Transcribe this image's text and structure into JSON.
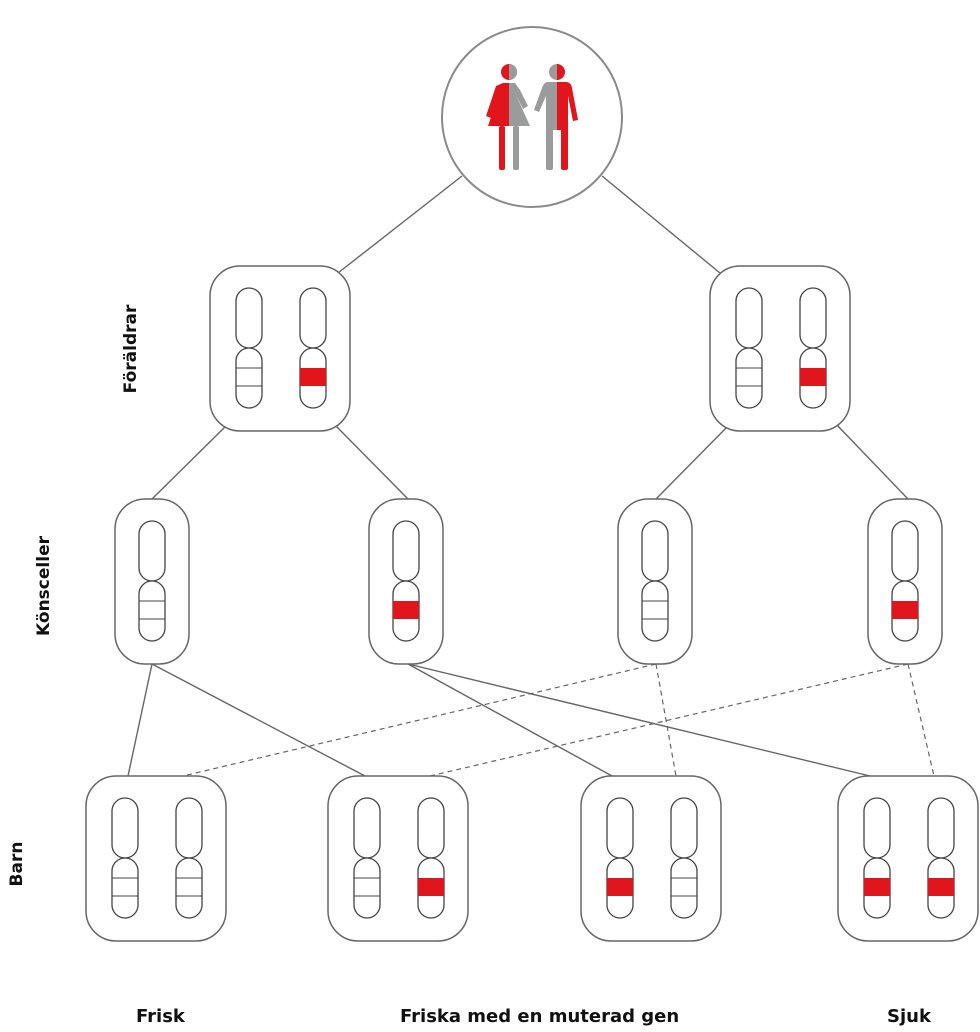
{
  "row_labels": {
    "parents": "Föräldrar",
    "gametes": "Könsceller",
    "children": "Barn"
  },
  "outcomes": {
    "healthy": "Frisk",
    "carriers": "Friska med en muterad gen",
    "affected": "Sjuk"
  },
  "icons": {
    "couple": "couple-icon"
  },
  "colors": {
    "mutation": "#e0161c",
    "outline": "#666666",
    "figure_gray": "#9b9b9b"
  },
  "parents": [
    {
      "alleles": [
        "normal",
        "mutated"
      ]
    },
    {
      "alleles": [
        "normal",
        "mutated"
      ]
    }
  ],
  "gametes": [
    {
      "allele": "normal"
    },
    {
      "allele": "mutated"
    },
    {
      "allele": "normal"
    },
    {
      "allele": "mutated"
    }
  ],
  "children": [
    {
      "alleles": [
        "normal",
        "normal"
      ]
    },
    {
      "alleles": [
        "normal",
        "mutated"
      ]
    },
    {
      "alleles": [
        "mutated",
        "normal"
      ]
    },
    {
      "alleles": [
        "mutated",
        "mutated"
      ]
    }
  ]
}
